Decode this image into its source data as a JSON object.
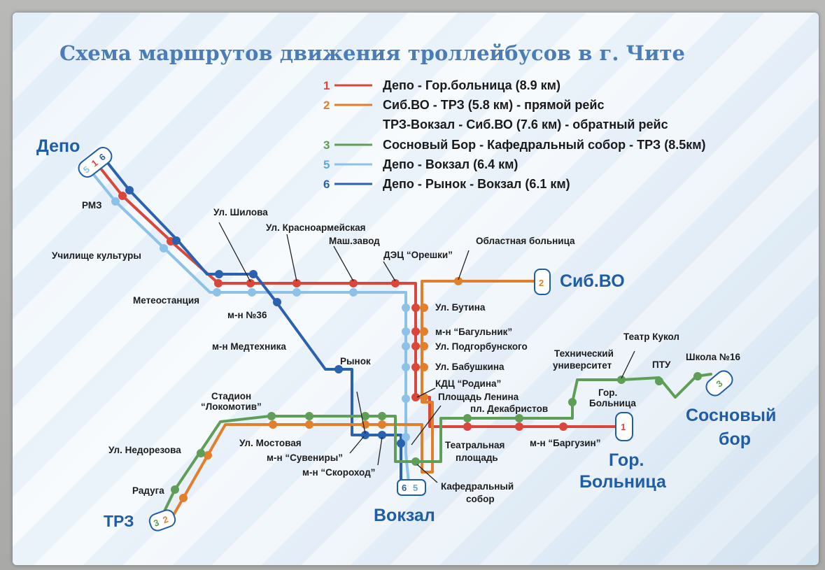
{
  "title": "Схема маршрутов движения троллейбусов в г. Чите",
  "colors": {
    "r1": "#d9473a",
    "r2": "#e27f2d",
    "r3": "#5e9e57",
    "r5": "#8cc2e8",
    "r6": "#2a62b0",
    "terminal": "#1f5ea6"
  },
  "legend": [
    {
      "num": "1",
      "color": "#d9473a",
      "text": "Депо - Гор.больница (8.9 км)"
    },
    {
      "num": "2",
      "color": "#e27f2d",
      "text": "Сиб.ВО - ТРЗ (5.8 км) - прямой рейс"
    },
    {
      "num": "",
      "color": "",
      "text": "ТРЗ-Вокзал - Сиб.ВО (7.6 км) - обратный рейс"
    },
    {
      "num": "3",
      "color": "#5e9e57",
      "text": "Сосновый Бор - Кафедральный собор  - ТРЗ (8.5км)"
    },
    {
      "num": "5",
      "color": "#8cc2e8",
      "text": "Депо - Вокзал (6.4 км)"
    },
    {
      "num": "6",
      "color": "#2a62b0",
      "text": "Депо - Рынок - Вокзал (6.1 км)"
    }
  ],
  "terminals": {
    "depo": "Депо",
    "sibvo": "Сиб.ВО",
    "trz": "ТРЗ",
    "vokzal": "Вокзал",
    "gor1": "Гор.",
    "gor2": "Больница",
    "sosn1": "Сосновый",
    "sosn2": "бор"
  },
  "badges": {
    "depo": [
      "5",
      "1",
      "6"
    ],
    "sibvo": [
      "2"
    ],
    "trz": [
      "3",
      "2"
    ],
    "vokzal": [
      "6",
      "5"
    ],
    "gor": [
      "1"
    ],
    "sosn": [
      "3"
    ]
  },
  "stops": {
    "rmz": "РМЗ",
    "uchilishche": "Училище культуры",
    "meteo": "Метеостанция",
    "shilova": "Ул. Шилова",
    "krasnoarm": "Ул. Красноармейская",
    "mashzavod": "Маш.завод",
    "orehki": "ДЭЦ “Орешки”",
    "oblbol": "Областная больница",
    "mn36": "м-н №36",
    "medtehnika": "м-н Медтехника",
    "rynok": "Рынок",
    "butina": "Ул. Бутина",
    "bagulnik": "м-н “Багульник”",
    "podgorbunskogo": "Ул. Подгорбунского",
    "babushkina": "Ул. Бабушкина",
    "rodina": "КДЦ “Родина”",
    "lenina": "Площадь Ленина",
    "dekabristov": "пл. Декабристов",
    "teatralnaya1": "Театральная",
    "teatralnaya2": "площадь",
    "barguzin": "м-н “Баргузин”",
    "kafedr1": "Кафедральный",
    "kafedr2": "собор",
    "stadion1": "Стадион",
    "stadion2": "“Локомотив”",
    "mostovaya": "Ул. Мостовая",
    "suveniry": "м-н “Сувениры”",
    "skorohod": "м-н “Скороход”",
    "nedorezova": "Ул. Недорезова",
    "raduga": "Радуга",
    "tehuniv1": "Технический",
    "tehuniv2": "университет",
    "teatrkukol": "Театр Кукол",
    "ptu": "ПТУ",
    "shkola16": "Школа №16",
    "gorbol1": "Гор.",
    "gorbol2": "Больница"
  }
}
